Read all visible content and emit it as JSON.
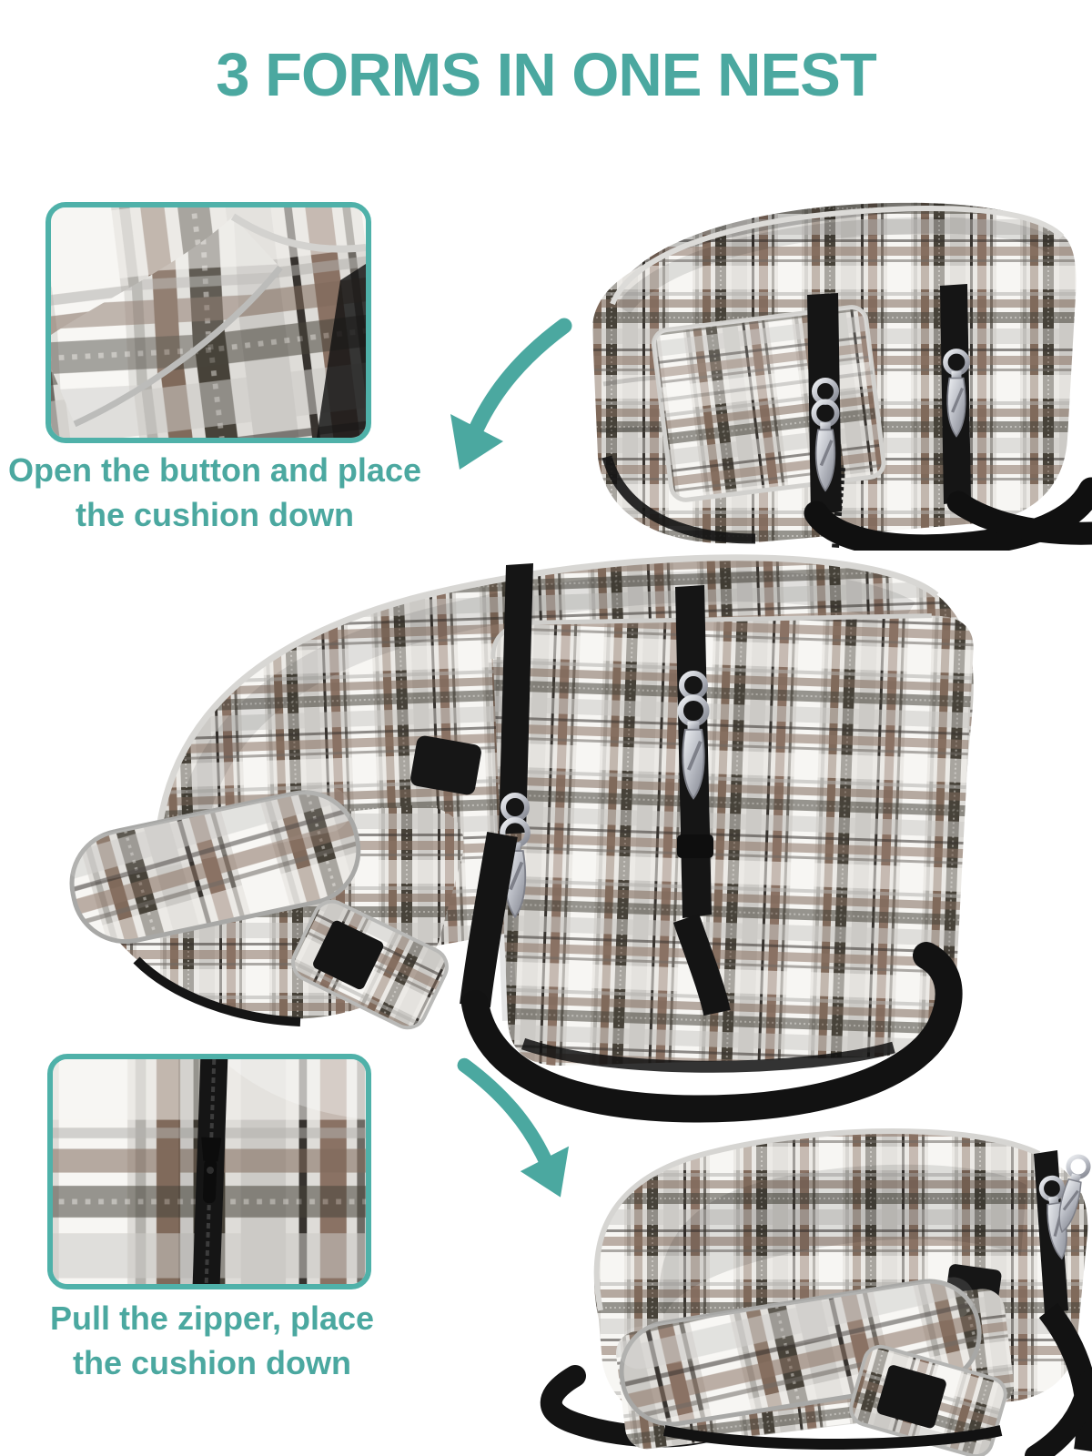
{
  "accent_color": "#4BA8A0",
  "background_color": "#FFFFFF",
  "title": {
    "text": "3 FORMS IN ONE NEST"
  },
  "steps": [
    {
      "name": "open-button",
      "caption_lines": [
        "Open the button and place",
        "the cushion down"
      ],
      "detail_photo": "plaid-fabric-button-closeup",
      "arrow_icon": "curved-arrow-down-left"
    },
    {
      "name": "pull-zipper",
      "caption_lines": [
        "Pull the zipper, place",
        "the cushion down"
      ],
      "detail_photo": "plaid-fabric-zipper-closeup",
      "arrow_icon": "curved-arrow-down-right"
    }
  ],
  "product_photos": [
    {
      "name": "carrier-form",
      "alt": "plaid pet carrier bag with black shoulder strap"
    },
    {
      "name": "cushion-down-form",
      "alt": "carrier with button opened and front cushion folded down"
    },
    {
      "name": "seat-form",
      "alt": "carrier converted to booster seat with cushion down"
    }
  ],
  "fabric_colors": {
    "base": "#DEDCD8",
    "white_band": "#F7F6F3",
    "grey_band": "#CCCAC6",
    "brown_stripe": "#806A5B",
    "dark_stripe": "#474239",
    "strap_black": "#141414",
    "metal": "#B9BCC4",
    "piping": "#D6D5D2"
  }
}
